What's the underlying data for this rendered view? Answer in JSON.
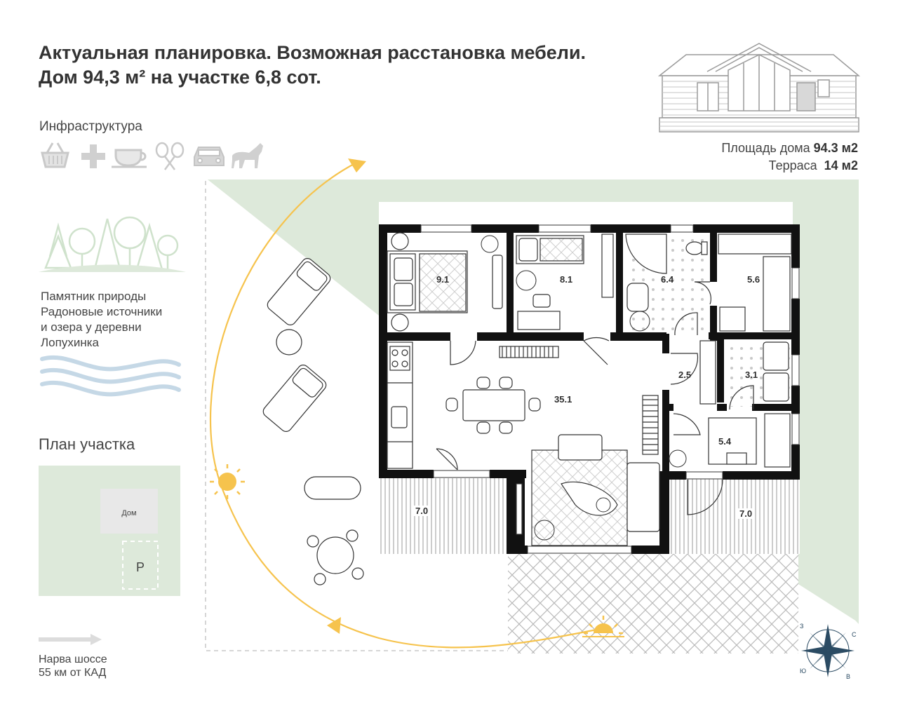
{
  "title": {
    "line1": "Актуальная планировка. Возможная расстановка мебели.",
    "line2": "Дом 94,3 м² на участке 6,8 сот."
  },
  "infrastructure": {
    "label": "Инфраструктура",
    "icons": [
      "basket-icon",
      "plus-icon",
      "coffee-cup-icon",
      "tennis-rackets-icon",
      "car-icon",
      "horse-icon"
    ]
  },
  "nature": {
    "line1": "Памятник природы",
    "line2": "Радоновые источники",
    "line3": "и озера у деревни",
    "line4": "Лопухинка"
  },
  "site_plan": {
    "label": "План участка",
    "house_label": "Дом",
    "parking_label": "P"
  },
  "road": {
    "line1": "Нарва шоссе",
    "line2": "55 км от КАД"
  },
  "area": {
    "house_label": "Площадь дома",
    "house_value": "94.3 м2",
    "terrace_label": "Терраса",
    "terrace_value": "14 м2"
  },
  "rooms": {
    "bedroom1": "9.1",
    "bedroom2": "8.1",
    "bathroom": "6.4",
    "bedroom3": "5.6",
    "hall": "2.5",
    "wc": "3.1",
    "living": "35.1",
    "room_small": "5.4",
    "terrace_left": "7.0",
    "terrace_right": "7.0"
  },
  "compass": {
    "n": "З",
    "e": "С",
    "s": "В",
    "w": "Ю"
  },
  "colors": {
    "green_zone": "#dde9da",
    "wall": "#111111",
    "sun_path": "#f6c34d",
    "water": "#c5d8e6",
    "compass": "#2b4b63"
  }
}
